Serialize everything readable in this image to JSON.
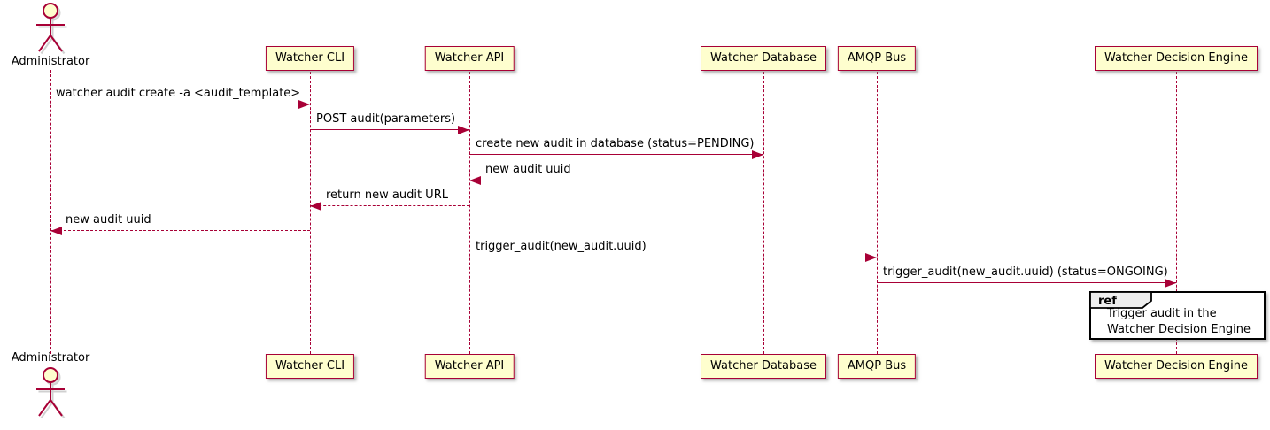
{
  "diagram_type": "uml-sequence-diagram",
  "participants": [
    {
      "label": "Administrator",
      "type": "actor"
    },
    {
      "label": "Watcher CLI",
      "type": "participant"
    },
    {
      "label": "Watcher API",
      "type": "participant"
    },
    {
      "label": "Watcher Database",
      "type": "participant"
    },
    {
      "label": "AMQP Bus",
      "type": "participant"
    },
    {
      "label": "Watcher Decision Engine",
      "type": "participant"
    }
  ],
  "messages": [
    {
      "from": "Administrator",
      "to": "Watcher CLI",
      "line": "solid",
      "label": "watcher audit create -a <audit_template>"
    },
    {
      "from": "Watcher CLI",
      "to": "Watcher API",
      "line": "solid",
      "label": "POST audit(parameters)"
    },
    {
      "from": "Watcher API",
      "to": "Watcher Database",
      "line": "solid",
      "label": "create new audit in database (status=PENDING)"
    },
    {
      "from": "Watcher Database",
      "to": "Watcher API",
      "line": "dashed",
      "label": "new audit uuid"
    },
    {
      "from": "Watcher API",
      "to": "Watcher CLI",
      "line": "dashed",
      "label": "return new audit URL"
    },
    {
      "from": "Watcher CLI",
      "to": "Administrator",
      "line": "dashed",
      "label": "new audit uuid"
    },
    {
      "from": "Watcher API",
      "to": "AMQP Bus",
      "line": "solid",
      "label": "trigger_audit(new_audit.uuid)"
    },
    {
      "from": "AMQP Bus",
      "to": "Watcher Decision Engine",
      "line": "solid",
      "label": "trigger_audit(new_audit.uuid) (status=ONGOING)"
    }
  ],
  "ref_fragment": {
    "keyword": "ref",
    "over": "Watcher Decision Engine",
    "line1": "Trigger audit in the",
    "line2": "Watcher Decision Engine"
  },
  "colors": {
    "participant_fill": "#FEFECE",
    "stroke": "#A80036",
    "text": "#000000",
    "ref_border": "#000000",
    "ref_tag_fill": "#EEEEEE"
  }
}
